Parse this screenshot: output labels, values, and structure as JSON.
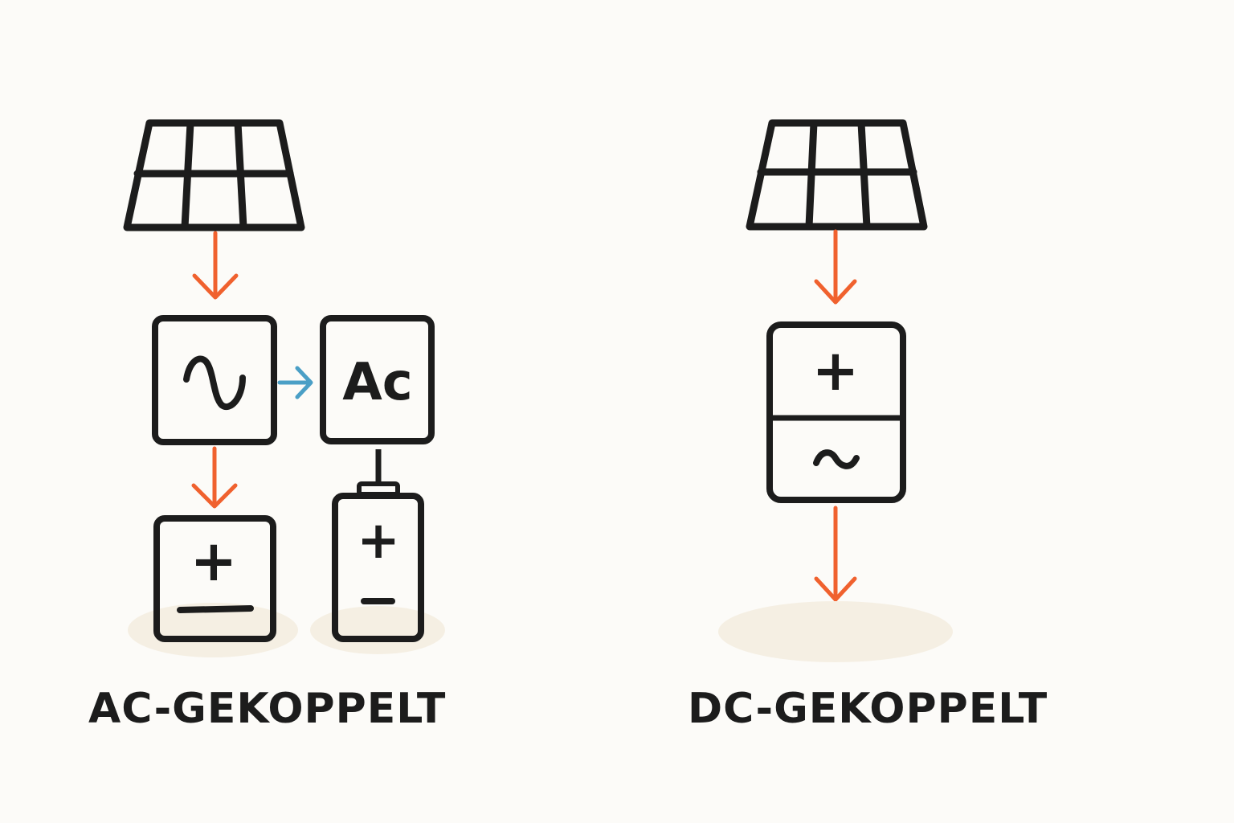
{
  "colors": {
    "stroke": "#1c1c1c",
    "arrow_orange": "#f0612e",
    "arrow_blue": "#4a9fc6",
    "shadow": "#f5efe3",
    "background": "#fcfbf8"
  },
  "ac_coupled": {
    "caption": "AC-GEKOPPELT",
    "solar_panel_icon": "solar-panel-icon",
    "inverter_symbol": "sine-wave-icon",
    "ac_box_label": "Ac",
    "battery_plus": "+",
    "battery2_plus": "+"
  },
  "dc_coupled": {
    "caption": "DC-GEKOPPELT",
    "solar_panel_icon": "solar-panel-icon",
    "hybrid_plus": "+",
    "hybrid_symbol": "sine-wave-icon"
  }
}
